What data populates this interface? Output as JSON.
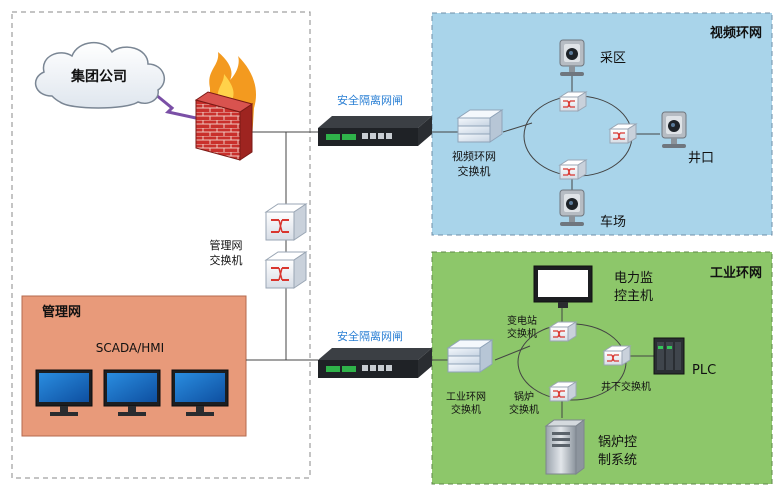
{
  "zones": {
    "video_ring": {
      "title": "视频环网",
      "fill": "#a9d4ea"
    },
    "industrial_ring": {
      "title": "工业环网",
      "fill": "#8dc76a"
    },
    "management": {
      "title": "管理网",
      "subtitle": "SCADA/HMI",
      "fill": "#e89a7a"
    }
  },
  "nodes": {
    "group_company": "集团公司",
    "security_gateway_top": "安全隔离网闸",
    "security_gateway_bottom": "安全隔离网闸",
    "management_switch": [
      "管理网",
      "交换机"
    ],
    "video_switch": [
      "视频环网",
      "交换机"
    ],
    "industrial_switch": [
      "工业环网",
      "交换机"
    ],
    "camera_mining": "采区",
    "camera_shaft": "井口",
    "camera_yard": "车场",
    "substation_switch": [
      "变电站",
      "交换机"
    ],
    "downhole_switch": "井下交换机",
    "boiler_switch": [
      "锅炉",
      "交换机"
    ],
    "power_monitor": [
      "电力监",
      "控主机"
    ],
    "plc": "PLC",
    "boiler_control": [
      "锅炉控",
      "制系统"
    ]
  },
  "colors": {
    "accent_label": "#2a7fd4",
    "line": "#444444",
    "dashed_border": "#888888"
  }
}
